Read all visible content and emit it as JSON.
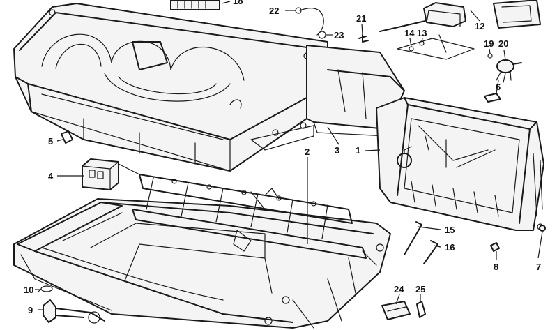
{
  "diagram": {
    "callouts": [
      {
        "id": "c1",
        "label": "1"
      },
      {
        "id": "c2",
        "label": "2"
      },
      {
        "id": "c3",
        "label": "3"
      },
      {
        "id": "c4",
        "label": "4"
      },
      {
        "id": "c5",
        "label": "5"
      },
      {
        "id": "c6",
        "label": "6"
      },
      {
        "id": "c7",
        "label": "7"
      },
      {
        "id": "c8",
        "label": "8"
      },
      {
        "id": "c9",
        "label": "9"
      },
      {
        "id": "c10",
        "label": "10"
      },
      {
        "id": "c12",
        "label": "12"
      },
      {
        "id": "c13",
        "label": "13"
      },
      {
        "id": "c14",
        "label": "14"
      },
      {
        "id": "c15",
        "label": "15"
      },
      {
        "id": "c16",
        "label": "16"
      },
      {
        "id": "c18",
        "label": "18"
      },
      {
        "id": "c19",
        "label": "19"
      },
      {
        "id": "c20",
        "label": "20"
      },
      {
        "id": "c21",
        "label": "21"
      },
      {
        "id": "c22",
        "label": "22"
      },
      {
        "id": "c23",
        "label": "23"
      },
      {
        "id": "c24",
        "label": "24"
      },
      {
        "id": "c25",
        "label": "25"
      }
    ]
  }
}
